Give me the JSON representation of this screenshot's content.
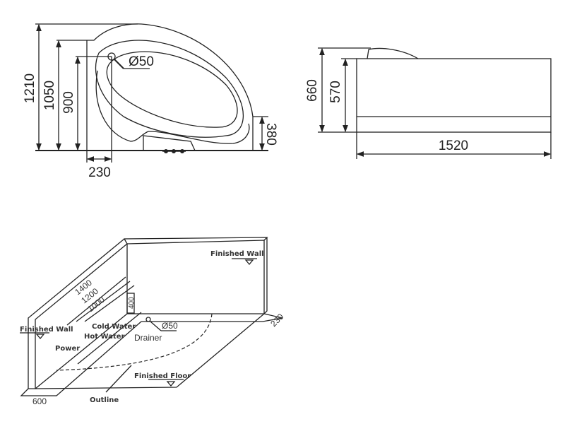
{
  "top_view": {
    "dim_total_depth": "1210",
    "dim_depth_1050": "1050",
    "dim_drain_900": "900",
    "dim_side_380": "380",
    "dim_drain_offset_230": "230",
    "drain_diameter": "Ø50"
  },
  "side_view": {
    "dim_height_660": "660",
    "dim_height_570": "570",
    "dim_length_1520": "1520"
  },
  "install_view": {
    "finished_wall_back": "Finished Wall",
    "finished_wall_left": "Finished Wall",
    "dim_1400": "1400",
    "dim_1200": "1200",
    "dim_1000": "1000",
    "dim_400": "400",
    "cold_water": "Cold Water",
    "hot_water": "Hot Water",
    "power": "Power",
    "drain_diameter": "Ø50",
    "drainer": "Drainer",
    "finished_floor": "Finished Floor",
    "outline": "Outline",
    "dim_600": "600",
    "dim_230": "230"
  }
}
